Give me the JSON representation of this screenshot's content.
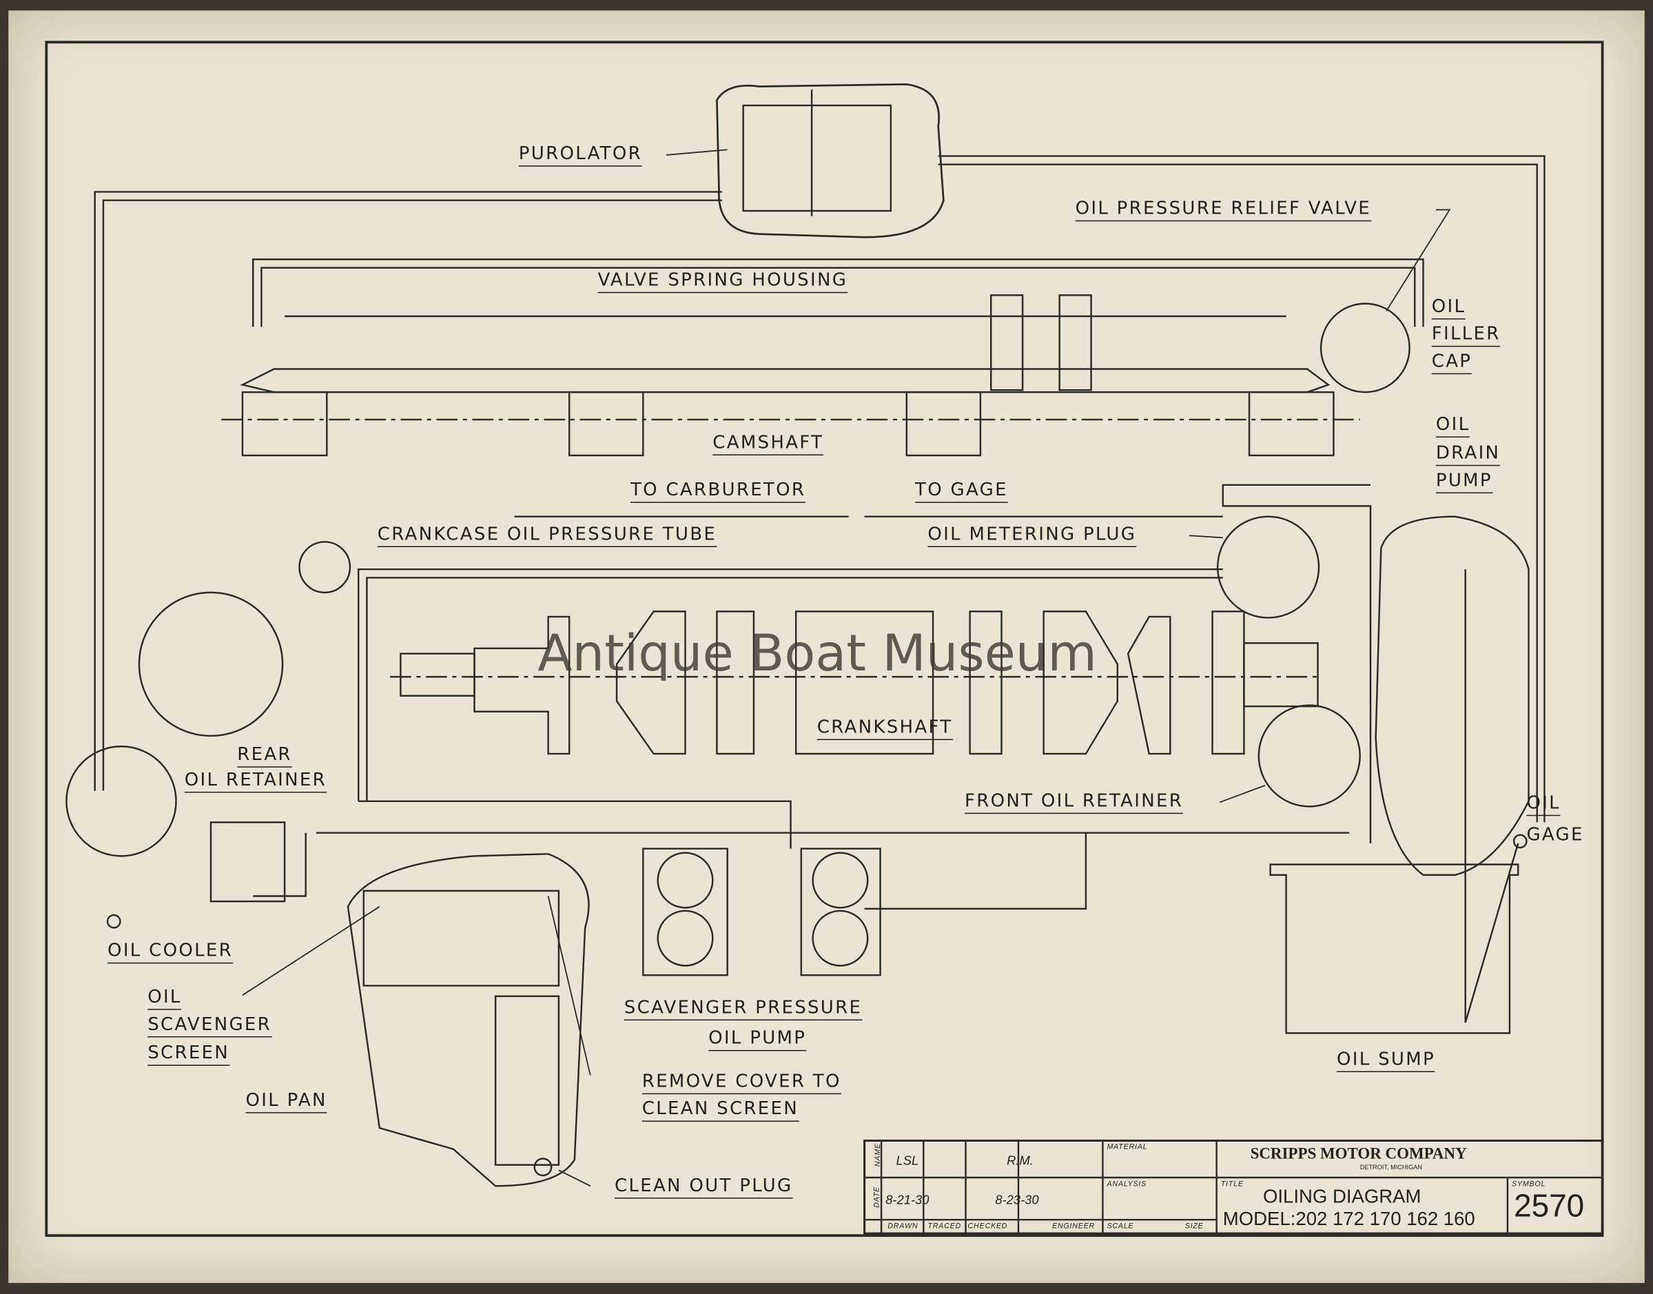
{
  "watermark": "Antique Boat Museum",
  "labels": {
    "purolator": "PUROLATOR",
    "relief_valve": "OIL PRESSURE RELIEF VALVE",
    "valve_spring_housing": "VALVE SPRING HOUSING",
    "oil_filler_cap": [
      "OIL",
      "FILLER",
      "CAP"
    ],
    "oil_drain_pump": [
      "OIL",
      "DRAIN",
      "PUMP"
    ],
    "camshaft": "CAMSHAFT",
    "to_carburetor": "TO CARBURETOR",
    "to_gage": "TO GAGE",
    "crankcase_tube": "CRANKCASE OIL PRESSURE TUBE",
    "metering_plug": "OIL METERING PLUG",
    "crankshaft": "CRANKSHAFT",
    "rear_oil_retainer": [
      "REAR",
      "OIL RETAINER"
    ],
    "front_oil_retainer": "FRONT OIL RETAINER",
    "oil_gage": [
      "OIL",
      "GAGE"
    ],
    "oil_cooler": "OIL COOLER",
    "oil_scavenger_screen": [
      "OIL",
      "SCAVENGER",
      "SCREEN"
    ],
    "scavenger_pump": [
      "SCAVENGER  PRESSURE",
      "OIL  PUMP"
    ],
    "oil_sump": "OIL SUMP",
    "remove_cover": [
      "REMOVE COVER TO",
      "CLEAN SCREEN"
    ],
    "oil_pan": "OIL PAN",
    "clean_out_plug": "CLEAN OUT PLUG"
  },
  "title_block": {
    "name_label": "NAME",
    "date_label": "DATE",
    "drawn_name": "LSL",
    "checked_name": "R.M.",
    "drawn_date": "8-21-30",
    "checked_date": "8-23-30",
    "columns": [
      "DRAWN",
      "TRACED",
      "CHECKED",
      "ENGINEER",
      "SCALE",
      "SIZE"
    ],
    "material_label": "MATERIAL",
    "analysis_label": "ANALYSIS",
    "company": "SCRIPPS MOTOR COMPANY",
    "location": "DETROIT, MICHIGAN",
    "title_label": "TITLE",
    "title": "OILING DIAGRAM",
    "model": "MODEL:202 172 170 162 160",
    "symbol_label": "SYMBOL",
    "symbol": "2570"
  }
}
